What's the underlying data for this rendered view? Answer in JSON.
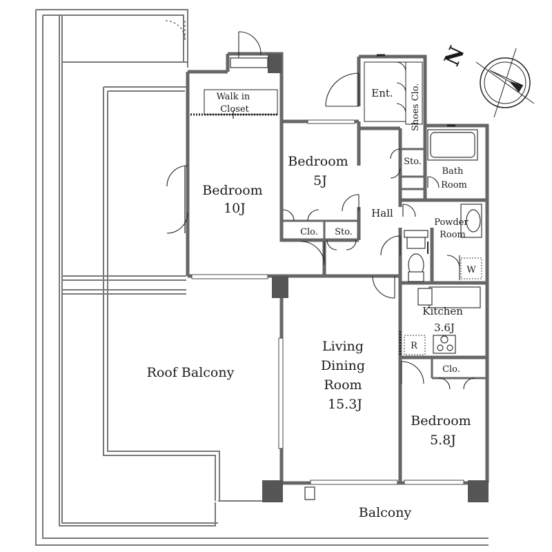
{
  "compass": {
    "letter": "N"
  },
  "rooms": {
    "walk_in_closet": [
      "Walk in",
      "Closet"
    ],
    "entrance": "Ent.",
    "shoes_closet": "Shoes Clo.",
    "bedroom_north": [
      "Bedroom",
      "5J"
    ],
    "bedroom_west": [
      "Bedroom",
      "10J"
    ],
    "storage_hall": "Sto.",
    "bath_room": [
      "Bath",
      "Room"
    ],
    "hall": "Hall",
    "powder_room": [
      "Powder",
      "Room"
    ],
    "closet_small": "Clo.",
    "storage_small": "Sto.",
    "washer": "W",
    "kitchen": [
      "Kitchen",
      "3.6J"
    ],
    "refrigerator": "R",
    "roof_balcony": "Roof Balcony",
    "living_dining": [
      "Living",
      "Dining",
      "Room",
      "15.3J"
    ],
    "closet_south": "Clo.",
    "bedroom_south": [
      "Bedroom",
      "5.8J"
    ],
    "balcony": "Balcony"
  }
}
